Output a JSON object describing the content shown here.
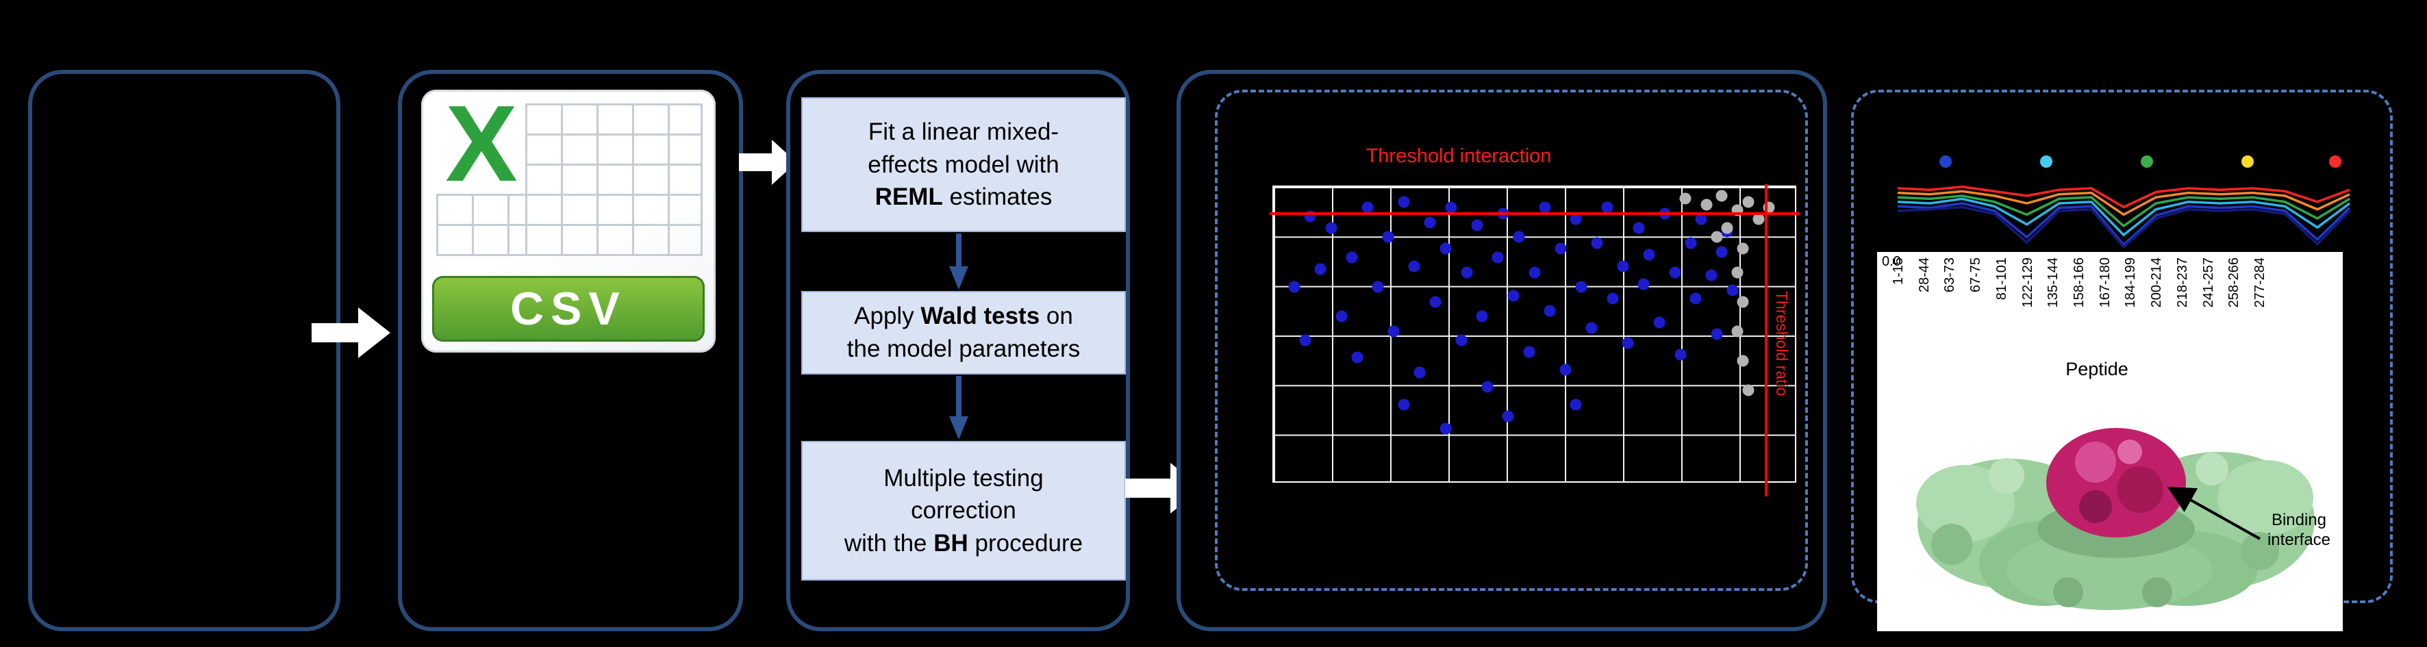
{
  "workflow": {
    "csv_icon": {
      "letter": "X",
      "label": "CSV"
    },
    "steps": [
      {
        "pre": "Fit a linear mixed-\neffects model with\n",
        "bold": "REML",
        "post": " estimates"
      },
      {
        "pre": "Apply ",
        "bold": "Wald tests",
        "post": " on\nthe model parameters"
      },
      {
        "pre": "Multiple testing\ncorrection\nwith the ",
        "bold": "BH",
        "post": " procedure"
      }
    ]
  },
  "right_panel": {
    "y_tick": "0.0",
    "x_axis_label": "Peptide",
    "annotation": "Binding\ninterface",
    "legend_colors": [
      "#2244cc",
      "#44ccf0",
      "#3fae49",
      "#ffd92b",
      "#ff2a2a"
    ]
  },
  "chart_data": [
    {
      "type": "scatter",
      "title": "Threshold interaction",
      "side_label": "Threshold ratio",
      "axes_labeled": false,
      "grid": {
        "columns": 9,
        "rows": 6,
        "grid_on": true
      },
      "thresholds": {
        "horizontal_y_pct": 9,
        "vertical_x_pct": 94
      },
      "series": [
        {
          "name": "blue-points",
          "color": "#1c1ccd",
          "points": [
            [
              4,
              34
            ],
            [
              6,
              52
            ],
            [
              7,
              10
            ],
            [
              9,
              28
            ],
            [
              11,
              14
            ],
            [
              13,
              44
            ],
            [
              15,
              24
            ],
            [
              16,
              58
            ],
            [
              18,
              7
            ],
            [
              20,
              34
            ],
            [
              22,
              17
            ],
            [
              23,
              49
            ],
            [
              25,
              5
            ],
            [
              27,
              27
            ],
            [
              28,
              63
            ],
            [
              30,
              12
            ],
            [
              31,
              39
            ],
            [
              33,
              21
            ],
            [
              34,
              7
            ],
            [
              36,
              52
            ],
            [
              37,
              29
            ],
            [
              39,
              13
            ],
            [
              40,
              44
            ],
            [
              41,
              68
            ],
            [
              43,
              24
            ],
            [
              44,
              9
            ],
            [
              46,
              37
            ],
            [
              47,
              17
            ],
            [
              49,
              56
            ],
            [
              50,
              29
            ],
            [
              52,
              7
            ],
            [
              53,
              42
            ],
            [
              55,
              21
            ],
            [
              56,
              62
            ],
            [
              58,
              11
            ],
            [
              59,
              34
            ],
            [
              61,
              48
            ],
            [
              62,
              19
            ],
            [
              64,
              7
            ],
            [
              65,
              38
            ],
            [
              67,
              27
            ],
            [
              68,
              53
            ],
            [
              70,
              14
            ],
            [
              71,
              33
            ],
            [
              72,
              23
            ],
            [
              74,
              46
            ],
            [
              75,
              9
            ],
            [
              77,
              29
            ],
            [
              78,
              57
            ],
            [
              80,
              19
            ],
            [
              81,
              38
            ],
            [
              82,
              11
            ],
            [
              84,
              30
            ],
            [
              85,
              50
            ],
            [
              86,
              22
            ],
            [
              87,
              15
            ],
            [
              88,
              35
            ],
            [
              45,
              78
            ],
            [
              33,
              82
            ],
            [
              58,
              74
            ],
            [
              25,
              74
            ]
          ]
        },
        {
          "name": "gray-points",
          "color": "#b3b3b3",
          "points": [
            [
              79,
              4
            ],
            [
              83,
              6
            ],
            [
              86,
              3
            ],
            [
              89,
              8
            ],
            [
              91,
              5
            ],
            [
              93,
              11
            ],
            [
              87,
              14
            ],
            [
              90,
              21
            ],
            [
              89,
              29
            ],
            [
              90,
              39
            ],
            [
              89,
              49
            ],
            [
              90,
              59
            ],
            [
              91,
              69
            ],
            [
              85,
              17
            ],
            [
              95,
              7
            ]
          ]
        }
      ]
    },
    {
      "type": "line",
      "xlabel": "Peptide",
      "ylim": [
        0,
        1
      ],
      "visible_y_tick": "0.0",
      "categories": [
        "1-15",
        "28-44",
        "63-73",
        "67-75",
        "81-101",
        "122-129",
        "135-144",
        "158-166",
        "167-180",
        "184-199",
        "200-214",
        "218-237",
        "241-257",
        "258-266",
        "277-284"
      ],
      "series": [
        {
          "name": "red",
          "color": "#ff2222",
          "values": [
            0.8,
            0.78,
            0.82,
            0.76,
            0.7,
            0.78,
            0.8,
            0.55,
            0.75,
            0.8,
            0.78,
            0.8,
            0.76,
            0.62,
            0.78
          ]
        },
        {
          "name": "orange",
          "color": "#f2882a",
          "values": [
            0.74,
            0.72,
            0.76,
            0.7,
            0.6,
            0.72,
            0.74,
            0.45,
            0.68,
            0.74,
            0.72,
            0.74,
            0.7,
            0.52,
            0.72
          ]
        },
        {
          "name": "green",
          "color": "#2fa84a",
          "values": [
            0.68,
            0.66,
            0.7,
            0.62,
            0.45,
            0.66,
            0.68,
            0.3,
            0.6,
            0.68,
            0.66,
            0.68,
            0.62,
            0.4,
            0.66
          ]
        },
        {
          "name": "cyan",
          "color": "#2ab5e8",
          "values": [
            0.62,
            0.6,
            0.66,
            0.56,
            0.32,
            0.6,
            0.62,
            0.18,
            0.52,
            0.62,
            0.6,
            0.62,
            0.56,
            0.28,
            0.6
          ]
        },
        {
          "name": "blue",
          "color": "#2038c8",
          "values": [
            0.56,
            0.54,
            0.6,
            0.5,
            0.15,
            0.54,
            0.56,
            0.05,
            0.44,
            0.56,
            0.54,
            0.56,
            0.5,
            0.12,
            0.54
          ]
        },
        {
          "name": "navy",
          "color": "#151a7a",
          "values": [
            0.5,
            0.52,
            0.55,
            0.46,
            0.08,
            0.5,
            0.52,
            0.02,
            0.4,
            0.52,
            0.5,
            0.52,
            0.46,
            0.06,
            0.5
          ]
        }
      ]
    }
  ]
}
